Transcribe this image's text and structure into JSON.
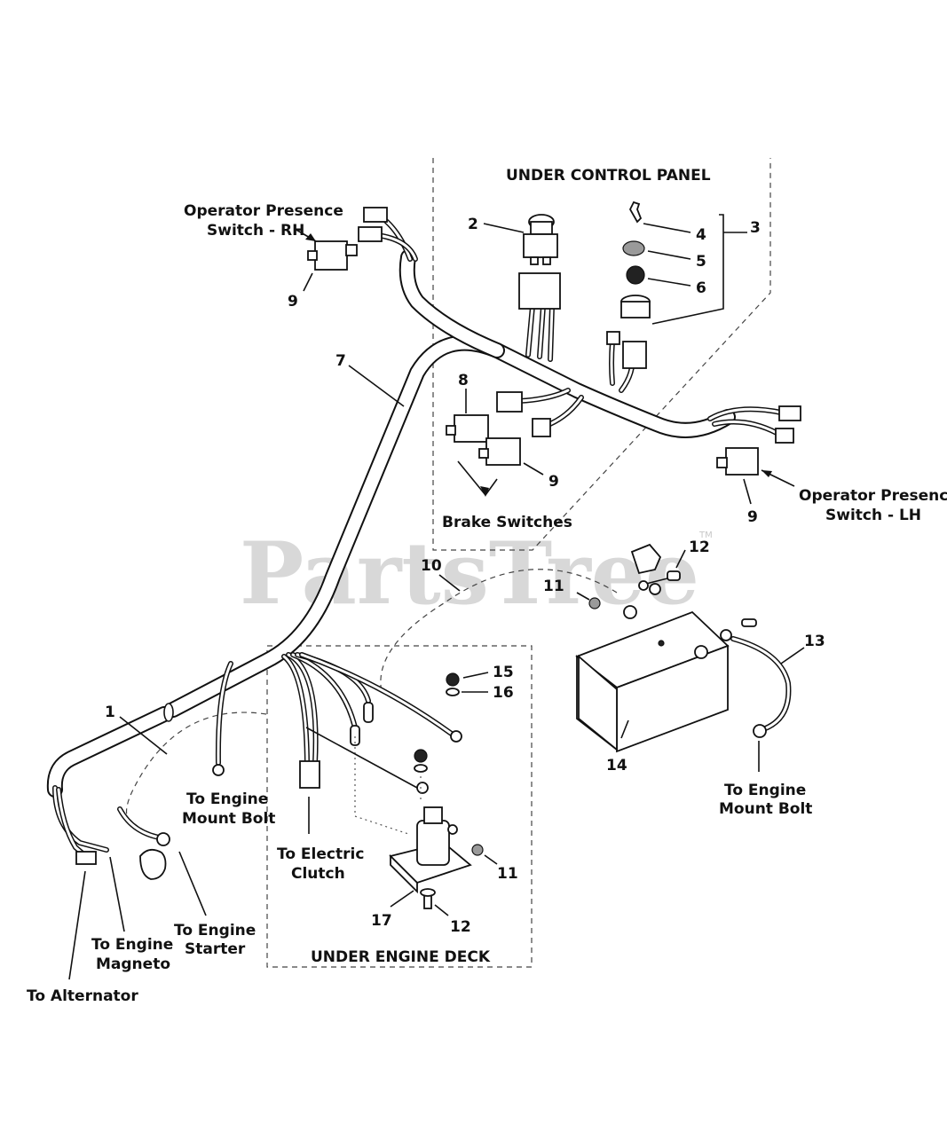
{
  "watermark": {
    "text": "PartsTree",
    "trademark": "TM"
  },
  "section_labels": {
    "under_control_panel": "UNDER CONTROL PANEL",
    "under_engine_deck": "UNDER ENGINE DECK"
  },
  "callouts": {
    "operator_presence_rh": [
      "Operator Presence",
      "Switch - RH"
    ],
    "operator_presence_lh": [
      "Operator Presence",
      "Switch - LH"
    ],
    "brake_switches": "Brake Switches",
    "to_engine_mount_bolt_left": [
      "To Engine",
      "Mount Bolt"
    ],
    "to_engine_mount_bolt_right": [
      "To Engine",
      "Mount Bolt"
    ],
    "to_electric_clutch": [
      "To Electric",
      "Clutch"
    ],
    "to_engine_magneto": [
      "To Engine",
      "Magneto"
    ],
    "to_engine_starter": [
      "To Engine",
      "Starter"
    ],
    "to_alternator": "To Alternator"
  },
  "part_numbers": {
    "p1": "1",
    "p2": "2",
    "p3": "3",
    "p4": "4",
    "p5": "5",
    "p6": "6",
    "p7": "7",
    "p8": "8",
    "p9_rh": "9",
    "p9_brake": "9",
    "p9_lh": "9",
    "p10": "10",
    "p11_top": "11",
    "p11_bottom": "11",
    "p12_top": "12",
    "p12_bottom": "12",
    "p13": "13",
    "p14": "14",
    "p15": "15",
    "p16": "16",
    "p17": "17"
  }
}
